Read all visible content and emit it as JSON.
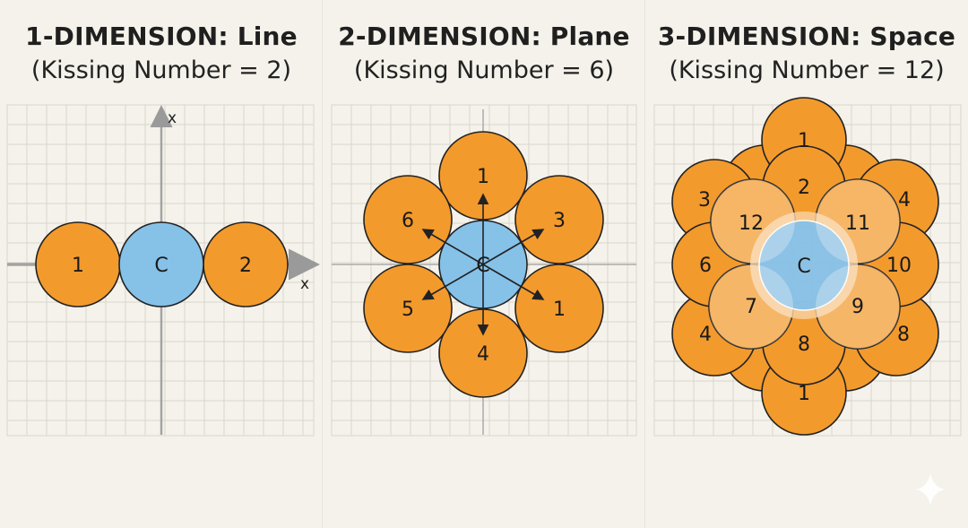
{
  "panels": [
    {
      "title": "1-DIMENSION: Line",
      "subtitle": "(Kissing Number = 2)",
      "axis_labels": [
        "x",
        "x"
      ],
      "center_label": "C",
      "neighbor_labels": [
        "1",
        "2"
      ]
    },
    {
      "title": "2-DIMENSION: Plane",
      "subtitle": "(Kissing Number = 6)",
      "center_label": "C",
      "neighbor_labels": [
        "1",
        "3",
        "1",
        "4",
        "5",
        "6"
      ]
    },
    {
      "title": "3-DIMENSION: Space",
      "subtitle": "(Kissing Number = 12)",
      "center_label": "C",
      "neighbor_labels": [
        "1",
        "2",
        "3",
        "4",
        "12",
        "11",
        "6",
        "10",
        "7",
        "9",
        "4",
        "8",
        "8",
        "1"
      ]
    }
  ],
  "colors": {
    "orange": "#f39a2c",
    "blue": "#86c1e8",
    "grid": "#d9d6cc",
    "outline": "#222222"
  }
}
